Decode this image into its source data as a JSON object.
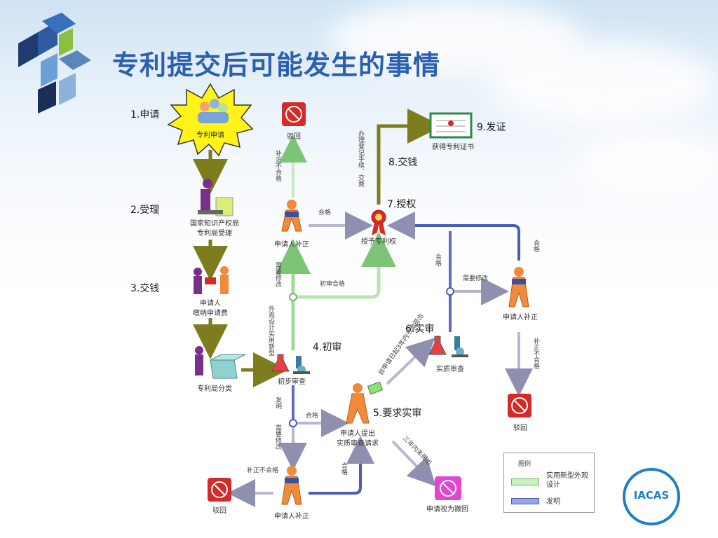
{
  "title": "专利提交后可能发生的事情",
  "steps": {
    "s1": "1.申请",
    "s2": "2.受理",
    "s3": "3.交钱",
    "s4": "4.初审",
    "s5": "5.要求实审",
    "s6": "6.实审",
    "s7": "7.授权",
    "s8": "8.交钱",
    "s9": "9.发证"
  },
  "nodes": {
    "apply": "专利申请",
    "accept_1": "国家知识产权局",
    "accept_2": "专利局受理",
    "pay_1": "申请人",
    "pay_2": "缴纳申请费",
    "classify": "专利局分类",
    "preliminary": "初步审查",
    "reject_top": "驳回",
    "amend_top": "申请人补正",
    "grant": "授予专利权",
    "certificate": "获得专利证书",
    "amend_right": "申请人补正",
    "substantive": "实质审查",
    "reject_right": "驳回",
    "request_1": "申请人提出",
    "request_2": "实质审查请求",
    "amend_bottom": "申请人补正",
    "reject_bottom": "驳回",
    "withdrawn": "申请视为撤回"
  },
  "edges": {
    "amend_fail_top": "补正不合格",
    "pass_to_grant": "合格",
    "register_fee": "办理登记手续、交费",
    "need_amend_left": "需要修改",
    "prelim_pass": "初审合格",
    "utility_design": "外观设计实用新型",
    "pass_right": "合格",
    "need_amend_right": "需要修改",
    "pass_far_right": "合格",
    "amend_fail_right": "补正不合格",
    "within_3yr": "自申请日起3年内书面提出",
    "invention": "发明",
    "pass_mid": "合格",
    "need_amend_bottom": "需要修改",
    "amend_fail_bottom": "补正不合格",
    "pass_bottom": "合格",
    "not_within_3yr": "三年内未提出"
  },
  "legend": {
    "title": "图例",
    "green": "实用新型外观设计",
    "blue": "发明"
  },
  "logo_text": "IACAS",
  "colors": {
    "title": "#2b5fb1",
    "olive_arrow": "#7d7d1e",
    "green_line": "#9fd99a",
    "blue_line": "#6068c8",
    "gray_arrow": "#b7b7cf",
    "person_orange": "#f08a3c",
    "reject_red": "#d42a2a",
    "withdraw_magenta": "#e048d0"
  }
}
